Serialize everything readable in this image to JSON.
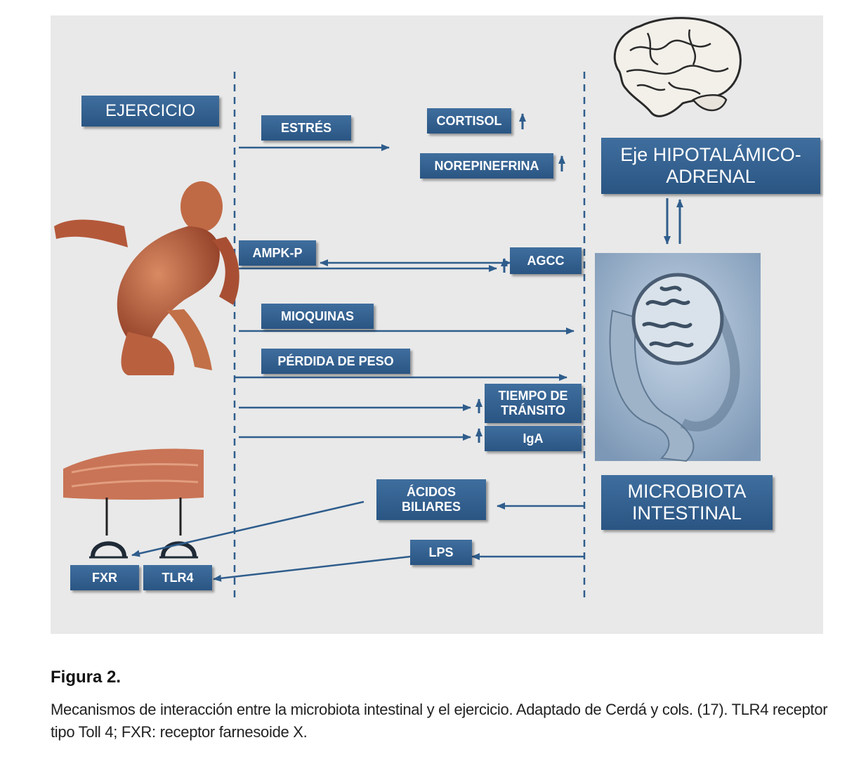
{
  "labels": {
    "ejercicio": "EJERCICIO",
    "estres": "ESTRÉS",
    "cortisol": "CORTISOL",
    "norepinefrina": "NOREPINEFRINA",
    "eje_line1": "Eje HIPOTALÁMICO-",
    "eje_line2": "ADRENAL",
    "ampk": "AMPK-P",
    "agcc": "AGCC",
    "mioquinas": "MIOQUINAS",
    "perdida": "PÉRDIDA DE PESO",
    "tiempo_line1": "TIEMPO DE",
    "tiempo_line2": "TRÁNSITO",
    "iga": "IgA",
    "acidos_line1": "ÁCIDOS",
    "acidos_line2": "BILIARES",
    "microbiota_line1": "MICROBIOTA",
    "microbiota_line2": "INTESTINAL",
    "lps": "LPS",
    "fxr": "FXR",
    "tlr4": "TLR4"
  },
  "caption": {
    "title": "Figura 2.",
    "text": "Mecanismos de interacción entre la microbiota intestinal y el ejercicio. Adaptado de Cerdá y cols. (17). TLR4 receptor tipo Toll 4; FXR: receptor farnesoide X."
  },
  "colors": {
    "box": "#2f5d8c",
    "arrow": "#2f5d8c",
    "background": "#e9e9e9"
  },
  "icons": [
    "brain-illustration",
    "runner-illustration",
    "intestine-illustration",
    "muscle-illustration",
    "receptor-icon"
  ]
}
